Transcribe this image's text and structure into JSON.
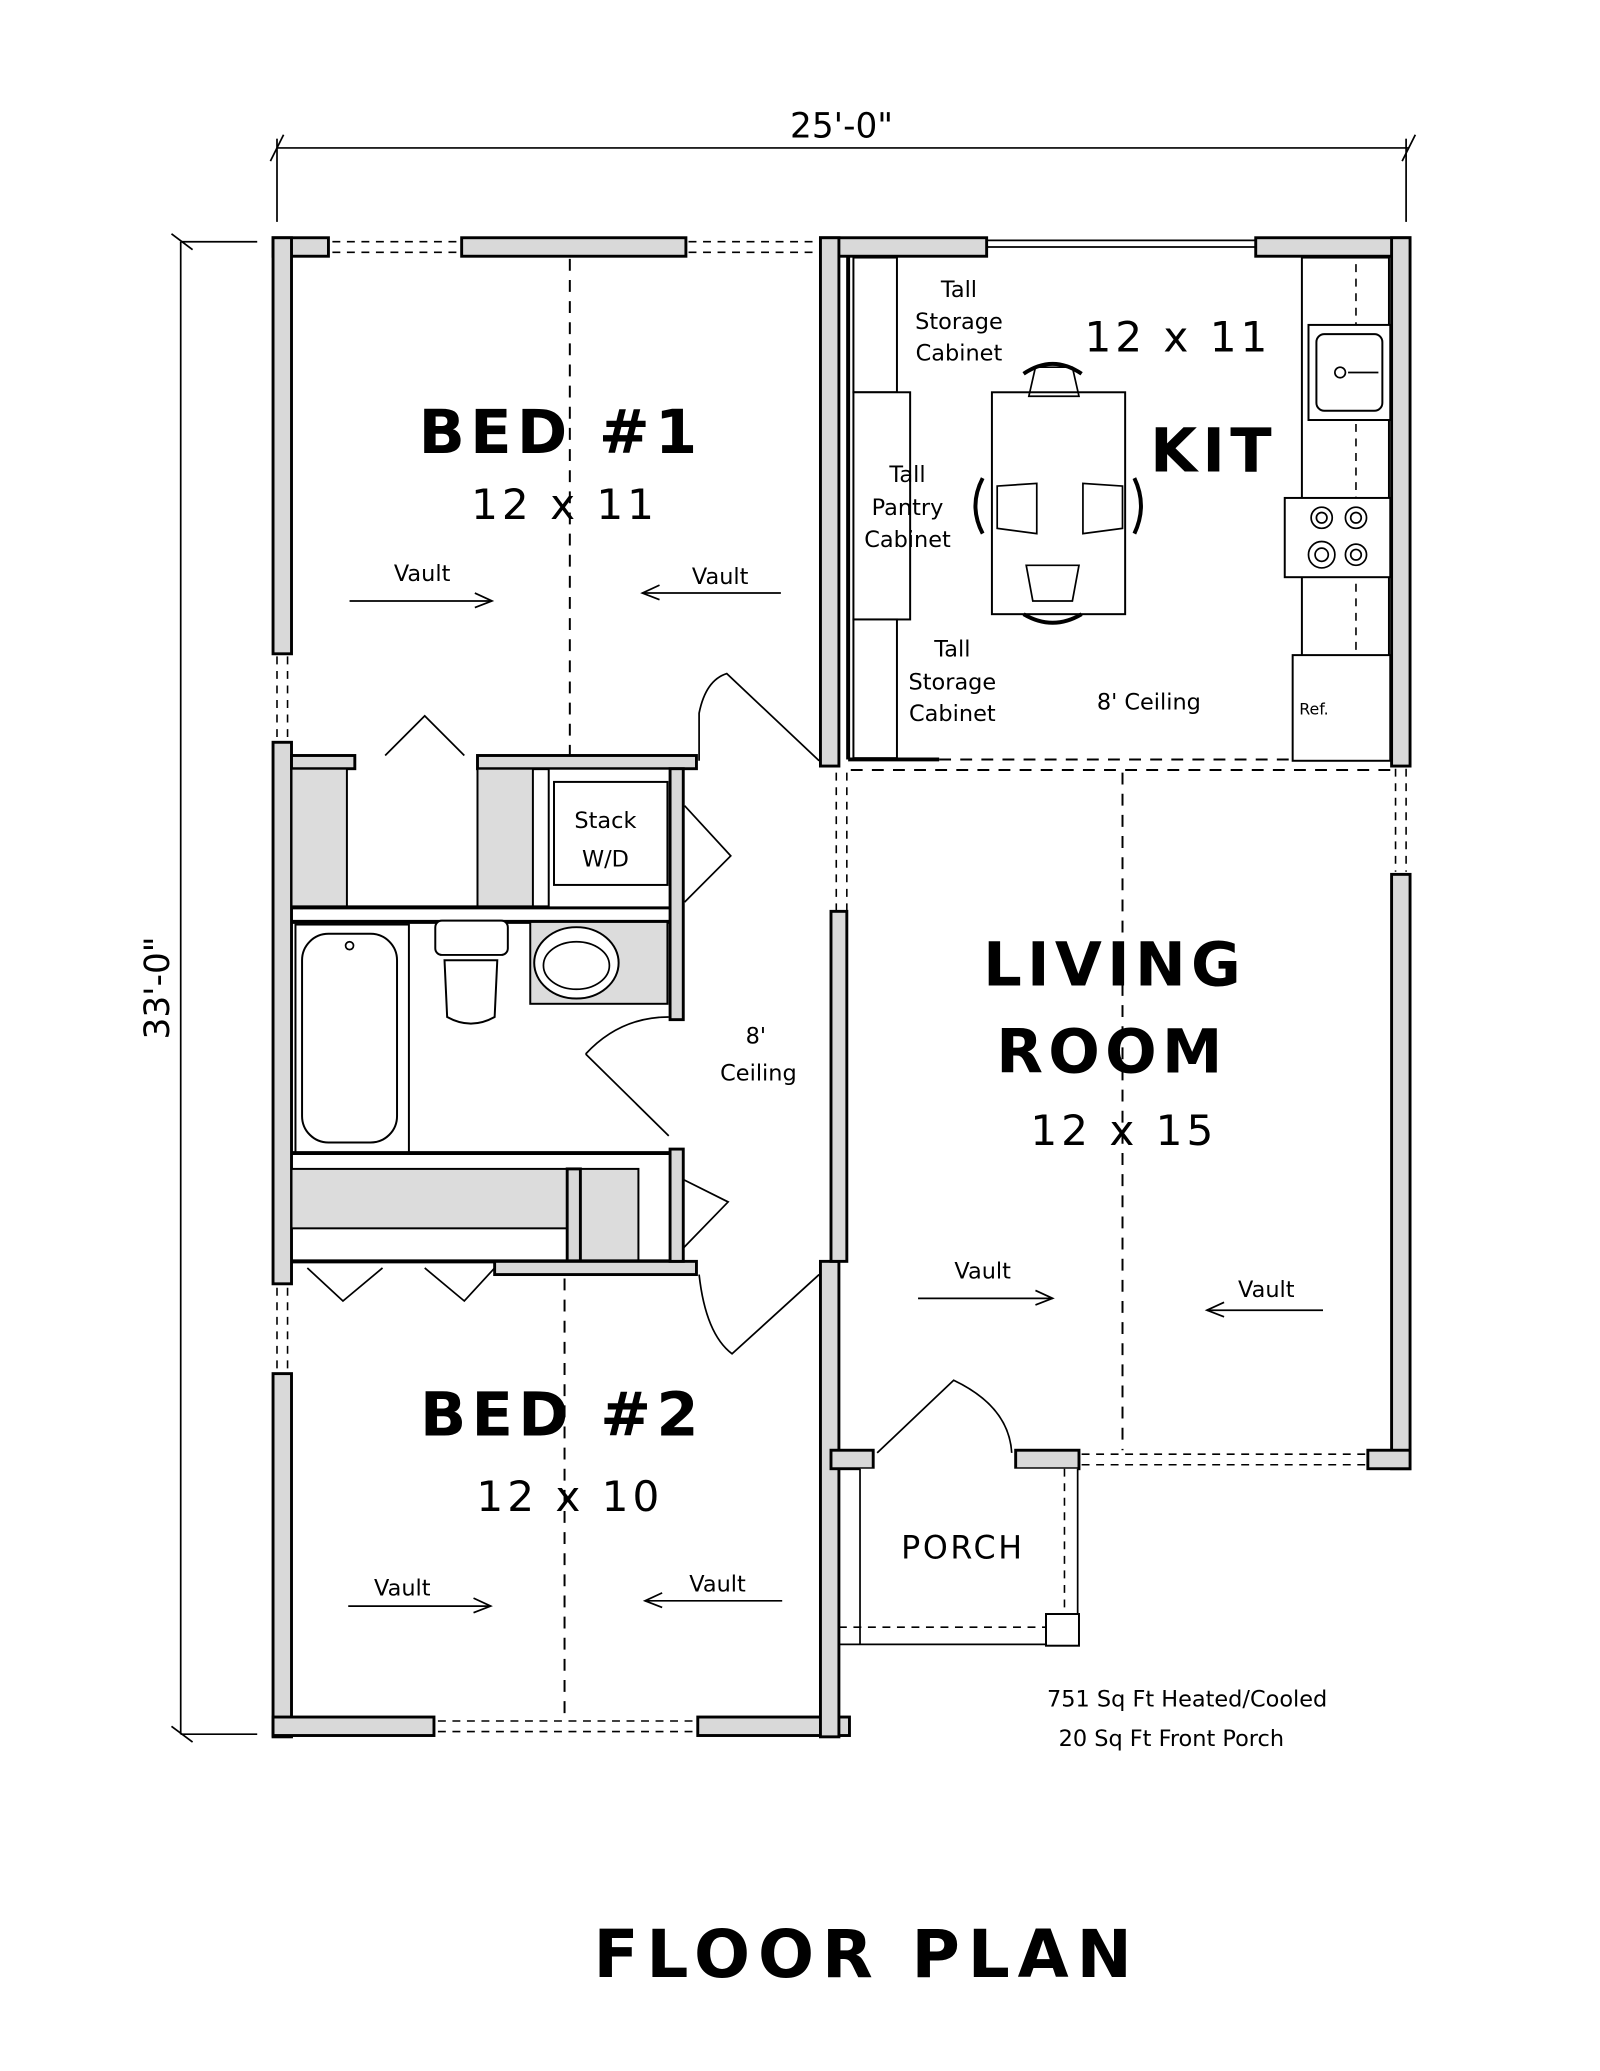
{
  "title": "FLOOR PLAN",
  "dimensions": {
    "width": "25'-0\"",
    "depth": "33'-0\""
  },
  "rooms": {
    "bed1": {
      "name": "BED #1",
      "size": "12 x 11",
      "vault_left": "Vault",
      "vault_right": "Vault"
    },
    "bed2": {
      "name": "BED #2",
      "size": "12 x 10",
      "vault_left": "Vault",
      "vault_right": "Vault"
    },
    "kitchen": {
      "name": "KIT",
      "size": "12 x 11",
      "ceiling": "8' Ceiling",
      "fridge": "Ref."
    },
    "living": {
      "name_line1": "LIVING",
      "name_line2": "ROOM",
      "size": "12 x 15",
      "vault_left": "Vault",
      "vault_right": "Vault"
    },
    "hall": {
      "ceiling_line1": "8'",
      "ceiling_line2": "Ceiling"
    },
    "laundry": {
      "line1": "Stack",
      "line2": "W/D"
    },
    "porch": {
      "name": "PORCH"
    }
  },
  "cabinets": {
    "top": {
      "line1": "Tall",
      "line2": "Storage",
      "line3": "Cabinet"
    },
    "pantry": {
      "line1": "Tall",
      "line2": "Pantry",
      "line3": "Cabinet"
    },
    "bottom": {
      "line1": "Tall",
      "line2": "Storage",
      "line3": "Cabinet"
    }
  },
  "area": {
    "heated": "751 Sq Ft Heated/Cooled",
    "porch": "20 Sq Ft Front Porch"
  }
}
